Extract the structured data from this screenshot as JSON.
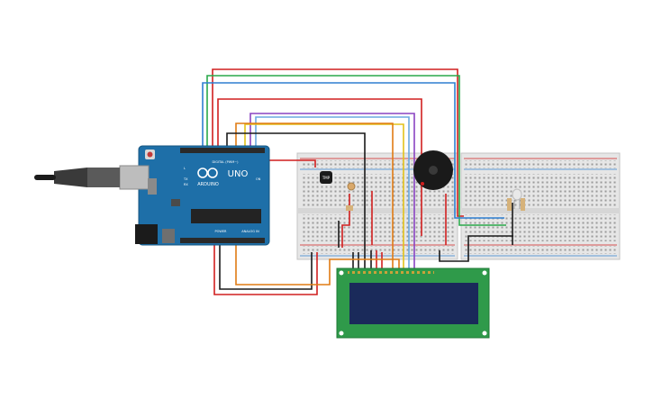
{
  "arduino": {
    "brand": "ARDUINO",
    "model": "UNO",
    "digital_label": "DIGITAL (PWM~)",
    "power_label": "POWER",
    "analog_label": "ANALOG IN",
    "tx_label": "TX",
    "rx_label": "RX",
    "on_label": "ON",
    "l_label": "L"
  },
  "sensor": {
    "label": "TMP"
  },
  "colors": {
    "board": "#1e6fa8",
    "breadboard": "#e6e6e6",
    "lcd_pcb": "#2f9a4a",
    "lcd_screen": "#1a2a5a",
    "wire_red": "#d11f1f",
    "wire_black": "#1a1a1a",
    "wire_green": "#2aa84a",
    "wire_blue": "#2f7fd1",
    "wire_orange": "#e07b14",
    "wire_yellow": "#e3c21a",
    "wire_purple": "#8a44c2",
    "wire_grey": "#9a9a9a"
  }
}
